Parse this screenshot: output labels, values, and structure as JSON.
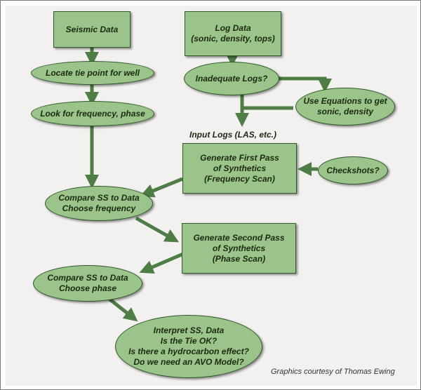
{
  "diagram": {
    "nodes": {
      "seismic_data": "Seismic Data",
      "log_data": "Log Data\n(sonic, density, tops)",
      "locate_tie": "Locate tie point for well",
      "inadequate_logs": "Inadequate Logs?",
      "use_equations": "Use Equations to get\nsonic, density",
      "look_freq": "Look for frequency, phase",
      "gen_first": "Generate First Pass\nof Synthetics\n(Frequency Scan)",
      "checkshots": "Checkshots?",
      "compare_freq": "Compare SS to Data\nChoose frequency",
      "gen_second": "Generate Second Pass\nof Synthetics\n(Phase Scan)",
      "compare_phase": "Compare SS to Data\nChoose phase",
      "interpret": "Interpret SS, Data\nIs the Tie OK?\nIs there a hydrocarbon effect?\nDo we need an AVO Model?"
    },
    "input_logs_label": "Input Logs (LAS, etc.)",
    "credit": "Graphics courtesy of Thomas Ewing",
    "colors": {
      "node_fill": "#9bc48a",
      "arrow": "#4e7d45",
      "background": "#f3f1ef"
    }
  }
}
